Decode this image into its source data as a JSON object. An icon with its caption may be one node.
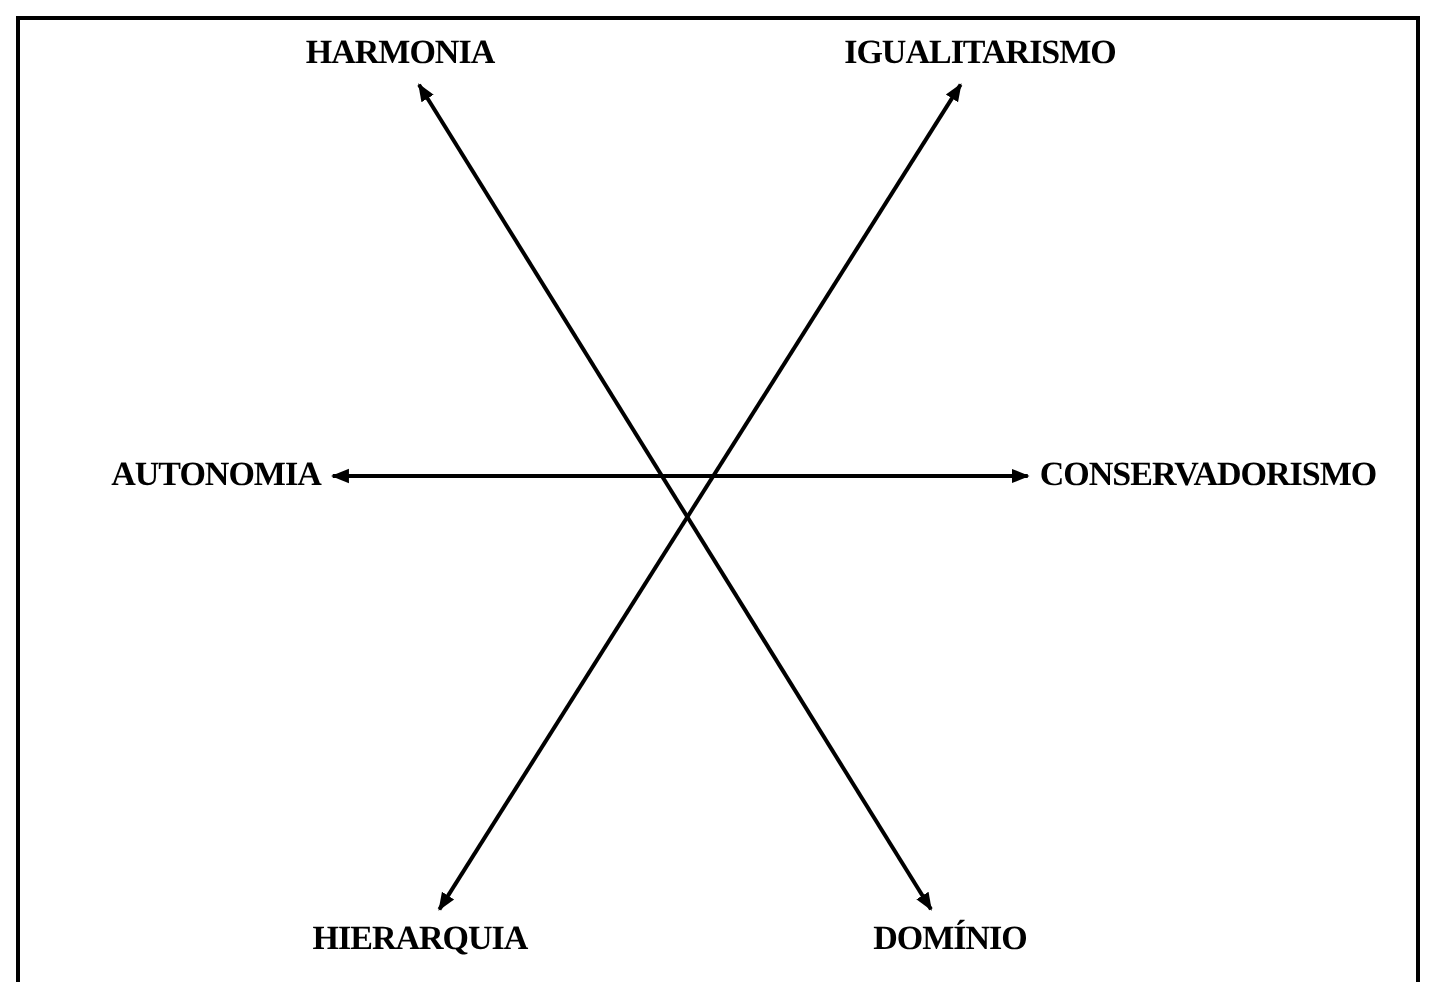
{
  "diagram": {
    "nodes": [
      {
        "text": [
          "HARMONIA"
        ]
      },
      {
        "text": [
          "IGUALITARISMO"
        ]
      },
      {
        "text": [
          "AUTONOMIA"
        ]
      },
      {
        "text": [
          "CONSERVADORISMO"
        ]
      },
      {
        "text": [
          "HIERARQUIA"
        ]
      },
      {
        "text": [
          "DOMÍNIO"
        ]
      }
    ],
    "edges": [
      {
        "from": 0,
        "to": 5,
        "arrow": "both"
      },
      {
        "from": 1,
        "to": 4,
        "arrow": "both"
      },
      {
        "from": 2,
        "to": 3,
        "arrow": "both"
      }
    ]
  }
}
